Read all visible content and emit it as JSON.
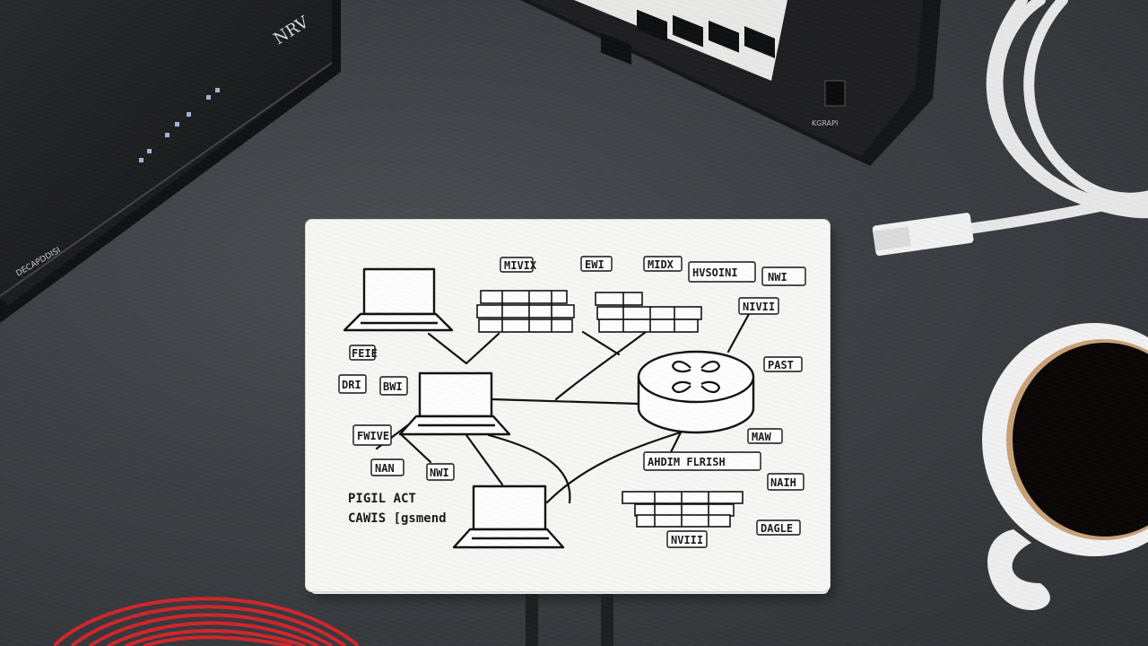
{
  "router": {
    "brand_mark": "NRV",
    "side_label": "DECAPDDISI"
  },
  "switch": {
    "side_label": "KGRAPI"
  },
  "notebook": {
    "labels": [
      {
        "id": "lbl-top-1",
        "text": "MIVIX"
      },
      {
        "id": "lbl-top-2",
        "text": "EWI"
      },
      {
        "id": "lbl-top-3",
        "text": "MIDX"
      },
      {
        "id": "lbl-top-4",
        "text": "HVSOINI"
      },
      {
        "id": "lbl-top-5",
        "text": "NWI"
      },
      {
        "id": "lbl-right-1",
        "text": "NIVII"
      },
      {
        "id": "lbl-router-1",
        "text": "PAST"
      },
      {
        "id": "lbl-router-2",
        "text": "MAW"
      },
      {
        "id": "lbl-left-1",
        "text": "FEIE"
      },
      {
        "id": "lbl-left-2",
        "text": "DRI"
      },
      {
        "id": "lbl-left-3",
        "text": "BWI"
      },
      {
        "id": "lbl-left-4",
        "text": "FWIVE"
      },
      {
        "id": "lbl-left-5",
        "text": "NAN"
      },
      {
        "id": "lbl-left-6",
        "text": "NWI"
      },
      {
        "id": "lbl-mid-1",
        "text": "AHDIM FLRISH"
      },
      {
        "id": "lbl-mid-2",
        "text": "NAIH"
      },
      {
        "id": "lbl-mid-3",
        "text": "NVIII"
      },
      {
        "id": "lbl-mid-4",
        "text": "DAGLE"
      },
      {
        "id": "lbl-note-1",
        "text": "PIGIL ACT"
      },
      {
        "id": "lbl-note-2",
        "text": "CAWIS [gsmend"
      }
    ]
  }
}
